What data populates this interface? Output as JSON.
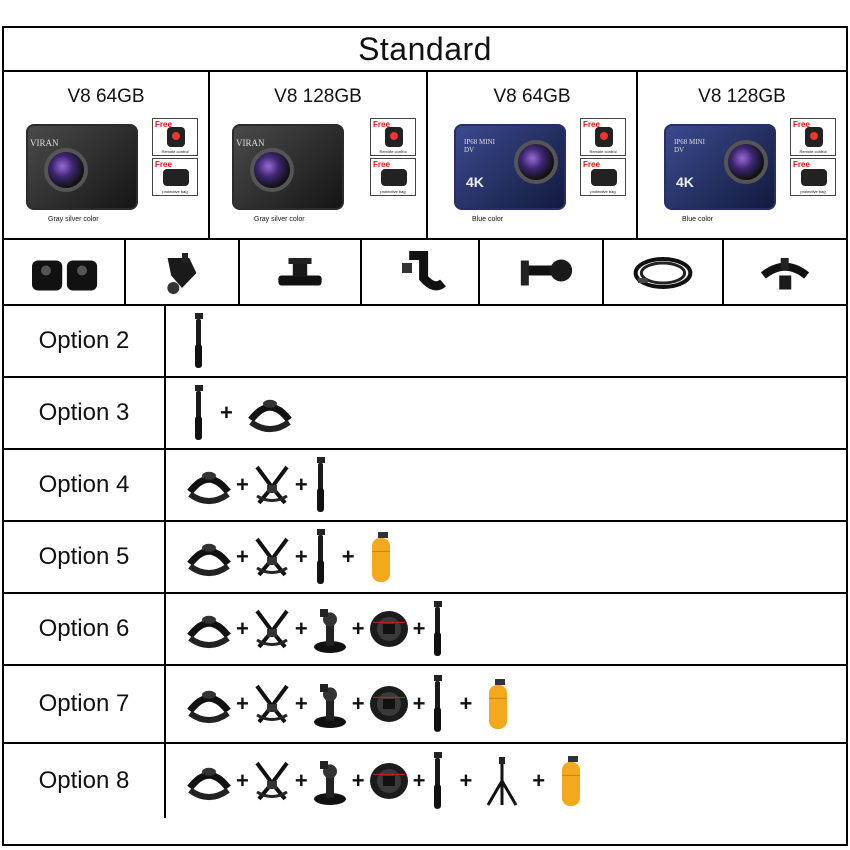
{
  "title": "Standard",
  "cameras": [
    {
      "label": "V8 64GB",
      "variant": "gray",
      "brand": "VIRAN",
      "color_note": "Gray silver color",
      "gifts": [
        {
          "free": "Free",
          "caption": "Remote control"
        },
        {
          "free": "Free",
          "caption": "protective bag"
        }
      ]
    },
    {
      "label": "V8 128GB",
      "variant": "gray",
      "brand": "VIRAN",
      "color_note": "Gray silver color",
      "gifts": [
        {
          "free": "Free",
          "caption": "Remote control"
        },
        {
          "free": "Free",
          "caption": "protective bag"
        }
      ]
    },
    {
      "label": "V8 64GB",
      "variant": "blue",
      "brand": "IP68 MINI DV",
      "badge": "4K",
      "color_note": "Blue color",
      "gifts": [
        {
          "free": "Free",
          "caption": "Remote control"
        },
        {
          "free": "Free",
          "caption": "protective bag"
        }
      ]
    },
    {
      "label": "V8 128GB",
      "variant": "blue",
      "brand": "IP68 MINI DV",
      "badge": "4K",
      "color_note": "Blue color",
      "gifts": [
        {
          "free": "Free",
          "caption": "Remote control"
        },
        {
          "free": "Free",
          "caption": "protective bag"
        }
      ]
    }
  ],
  "standard_accessories": [
    "adhesive-mounts-icon",
    "tripod-adapter-icon",
    "base-mount-icon",
    "j-hook-mount-icon",
    "extension-arm-icon",
    "usb-cable-icon",
    "bike-mount-icon"
  ],
  "options": [
    {
      "label": "Option 2",
      "items": [
        "selfie-stick-icon"
      ]
    },
    {
      "label": "Option 3",
      "items": [
        "selfie-stick-icon",
        "head-strap-icon"
      ]
    },
    {
      "label": "Option 4",
      "items": [
        "head-strap-icon",
        "chest-harness-icon",
        "selfie-stick-icon"
      ]
    },
    {
      "label": "Option 5",
      "items": [
        "head-strap-icon",
        "chest-harness-icon",
        "selfie-stick-icon",
        "floating-grip-icon"
      ]
    },
    {
      "label": "Option 6",
      "items": [
        "head-strap-icon",
        "chest-harness-icon",
        "suction-mount-icon",
        "wrist-strap-icon",
        "selfie-stick-icon"
      ]
    },
    {
      "label": "Option 7",
      "items": [
        "head-strap-icon",
        "chest-harness-icon",
        "suction-mount-icon",
        "wrist-strap-icon",
        "selfie-stick-icon",
        "floating-grip-icon"
      ]
    },
    {
      "label": "Option 8",
      "items": [
        "head-strap-icon",
        "chest-harness-icon",
        "suction-mount-icon",
        "wrist-strap-icon",
        "selfie-stick-icon",
        "mini-tripod-icon",
        "floating-grip-icon"
      ]
    }
  ],
  "plus_sign": "+",
  "colors": {
    "float": "#f2a91c",
    "border": "#000000",
    "free_red": "#e01010"
  }
}
